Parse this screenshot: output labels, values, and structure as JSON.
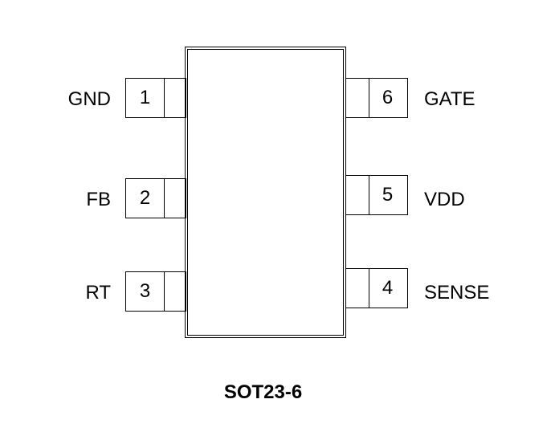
{
  "package_name": "SOT23-6",
  "pins": {
    "p1": {
      "number": "1",
      "name": "GND"
    },
    "p2": {
      "number": "2",
      "name": "FB"
    },
    "p3": {
      "number": "3",
      "name": "RT"
    },
    "p4": {
      "number": "4",
      "name": "SENSE"
    },
    "p5": {
      "number": "5",
      "name": "VDD"
    },
    "p6": {
      "number": "6",
      "name": "GATE"
    }
  }
}
